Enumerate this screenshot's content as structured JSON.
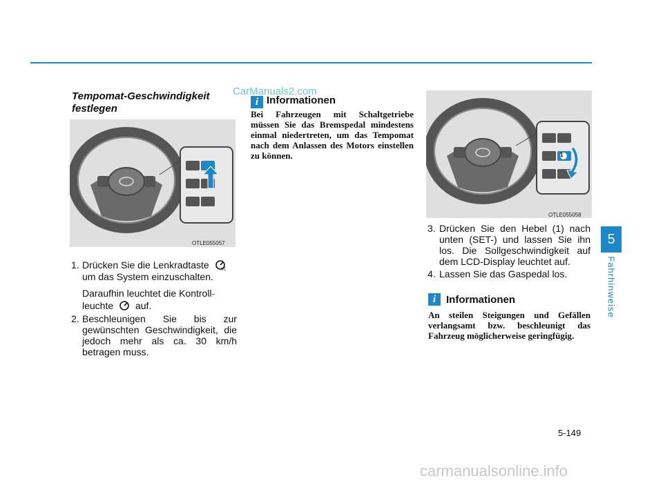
{
  "header": {
    "accent": "#1a8ad0"
  },
  "chapter": {
    "number": "5",
    "title": "Fahrhinweise",
    "color": "#1e87c8"
  },
  "section": {
    "title": "Tempomat-Geschwindigkeit festlegen"
  },
  "figures": {
    "fig1_code": "OTLE055057",
    "fig2_code": "OTLE055058",
    "callout_number": "1"
  },
  "steps": {
    "s1_num": "1.",
    "s1_text": "Drücken Sie die Lenkradtaste",
    "s1_cont": "um das System einzuschalten.",
    "s1_note_a": "Daraufhin leuchtet die Kontroll",
    "s1_hyphen": "-",
    "s1_note_b": "leuchte",
    "s1_note_c": "auf.",
    "s2_num": "2.",
    "s2_text": "Beschleunigen Sie bis zur gewünschten Geschwindigkeit, die jedoch mehr als ca. 30 km/h betragen muss.",
    "s3_num": "3.",
    "s3_text": "Drücken Sie den Hebel (1) nach unten (SET-) und lassen Sie ihn los. Die Sollgeschwindigkeit auf dem LCD-Display leuchtet auf.",
    "s4_num": "4.",
    "s4_text": "Lassen Sie das Gaspedal los."
  },
  "info1": {
    "icon": "i",
    "title": "Informationen",
    "body": "Bei Fahrzeugen mit Schaltgetriebe müssen Sie das Bremspedal mindestens einmal niedertreten, um das Tempomat nach dem Anlassen des Motors einstellen zu können."
  },
  "info2": {
    "icon": "i",
    "title": "Informationen",
    "body": "An steilen Steigungen und Gefällen verlangsamt bzw. beschleunigt das Fahrzeug möglicherweise geringfügig."
  },
  "page": {
    "number": "5-149"
  },
  "watermarks": {
    "top": "CarManuals2.com",
    "bottom": "carmanualsonline.info"
  }
}
